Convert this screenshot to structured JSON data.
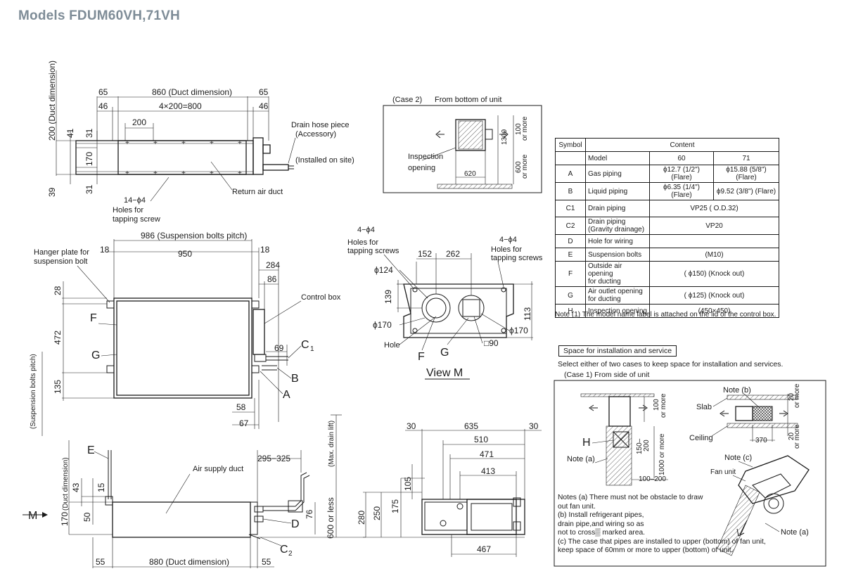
{
  "title": "Models  FDUM60VH,71VH",
  "top_view": {
    "dims": {
      "d65_left": "65",
      "d860": "860 (Duct dimension)",
      "d65_right": "65",
      "d46_left": "46",
      "d4x200": "4×200=800",
      "d46_right": "46",
      "d200": "200",
      "d200_duct": "200 (Duct dimension)",
      "d41": "41",
      "d31_top": "31",
      "d170": "170",
      "d39": "39",
      "d31_bottom": "31"
    },
    "labels": {
      "drain_hose": "Drain hose piece",
      "accessory": "(Accessory)",
      "installed": "(Installed on site)",
      "holes_count": "14−ϕ4",
      "holes_for": "Holes for",
      "tapping_screw": "tapping screw",
      "return_air": "Return air duct"
    }
  },
  "case2": {
    "label": "(Case 2)",
    "sublabel": "From bottom of unit",
    "inspection": "Inspection",
    "opening": "opening",
    "d1300": "1300",
    "d600": "600",
    "or_more_1": "or more",
    "d100": "100",
    "or_more_2": "or more",
    "d620": "620"
  },
  "plan_view": {
    "dims": {
      "d986": "986 (Suspension bolts pitch)",
      "d18_left": "18",
      "d950": "950",
      "d18_right": "18",
      "d284": "284",
      "d86": "86",
      "d28": "28",
      "d472": "472",
      "d135": "135",
      "d69": "69",
      "d58": "58",
      "d67": "67",
      "susp": "(Suspension bolts pitch)"
    },
    "labels": {
      "hanger1": "Hanger plate for",
      "hanger2": "suspension bolt",
      "control_box": "Control box",
      "F": "F",
      "G": "G",
      "C1": "C",
      "C1_sub": "1",
      "B": "B",
      "A": "A"
    }
  },
  "view_m": {
    "holes_left": "4−ϕ4",
    "holes_left_1": "Holes for",
    "holes_left_2": "tapping screws",
    "holes_right": "4−ϕ4",
    "holes_right_1": "Holes for",
    "holes_right_2": "tapping screws",
    "d152": "152",
    "d262": "262",
    "phi124": "ϕ124",
    "d139": "139",
    "d113": "113",
    "phi170_left": "ϕ170",
    "phi170_right": "ϕ170",
    "hole": "Hole",
    "F": "F",
    "G": "G",
    "sq90": "□90",
    "caption": "View M"
  },
  "spec_table": {
    "header": {
      "symbol": "Symbol",
      "content": "Content"
    },
    "model_row": {
      "name": "Model",
      "c60": "60",
      "c71": "71"
    },
    "rows": [
      {
        "sym": "A",
        "name": "Gas piping",
        "c60": "ϕ12.7 (1/2\") (Flare)",
        "c71": "ϕ15.88 (5/8\") (Flare)"
      },
      {
        "sym": "B",
        "name": "Liquid piping",
        "c60": "ϕ6.35 (1/4\") (Flare)",
        "c71": "ϕ9.52 (3/8\") (Flare)"
      },
      {
        "sym": "C1",
        "name": "Drain piping",
        "val": "VP25 ( O.D.32)"
      },
      {
        "sym": "C2",
        "name": "Drain piping\n(Gravity drainage)",
        "val": "VP20"
      },
      {
        "sym": "D",
        "name": "Hole for wiring",
        "val": ""
      },
      {
        "sym": "E",
        "name": "Suspension bolts",
        "val": "(M10)"
      },
      {
        "sym": "F",
        "name": "Outside air opening\nfor ducting",
        "val": "( ϕ150) (Knock out)"
      },
      {
        "sym": "G",
        "name": "Air outlet opening\nfor ducting",
        "val": "( ϕ125) (Knock out)"
      },
      {
        "sym": "H",
        "name": "Inspection opening",
        "val": "(450×450)"
      }
    ],
    "note": "Note (1)  The model name label is attached on the lid of the control box."
  },
  "space": {
    "title": "Space for installation and service",
    "desc": "Select either of two cases to keep space for installation and services.",
    "case1": "(Case 1)      From side of unit",
    "labels": {
      "H": "H",
      "note_a": "Note (a)",
      "d100": "100",
      "or_more": "or more",
      "d150_200": "150–",
      "d200": "200",
      "d1000": "1000 or more",
      "d100_200": "100–200",
      "note_b": "Note (b)",
      "slab": "Slab",
      "ceiling": "Ceiling",
      "d370": "370",
      "d20_top": "20",
      "or_more_top": "or more",
      "d20_bot": "20",
      "or_more_bot": "or more",
      "note_c": "Note (c)",
      "fan_unit": "Fan unit",
      "note_a2": "Note (a)"
    },
    "notes": [
      "Notes (a)  There must not be obstacle to draw",
      "               out fan unit.",
      "          (b)  Install refrigerant pipes,",
      "               drain pipe,and wiring so as",
      "               not to cross▒ marked area.",
      "          (c)  The case that pipes are installed to upper (bottom) of fan unit,",
      "               keep space of 60mm or more to upper (bottom) of unit."
    ]
  },
  "front_view": {
    "dims": {
      "duct": "(Duct dimension)",
      "d43": "43",
      "d15": "15",
      "d170": "170",
      "d50": "50",
      "d295": "295−325",
      "d76": "76",
      "d600": "600 or less",
      "max_drain": "(Max. drain lift)",
      "d55_left": "55",
      "d880": "880 (Duct dimension)",
      "d55_right": "55"
    },
    "labels": {
      "E": "E",
      "M": "M",
      "air_supply": "Air supply duct",
      "D": "D",
      "C2": "C",
      "C2_sub": "2"
    }
  },
  "side_view": {
    "dims": {
      "d30_left": "30",
      "d635": "635",
      "d30_right": "30",
      "d510": "510",
      "d471": "471",
      "d413": "413",
      "d105": "105",
      "d175": "175",
      "d250": "250",
      "d280": "280",
      "d467": "467"
    }
  }
}
